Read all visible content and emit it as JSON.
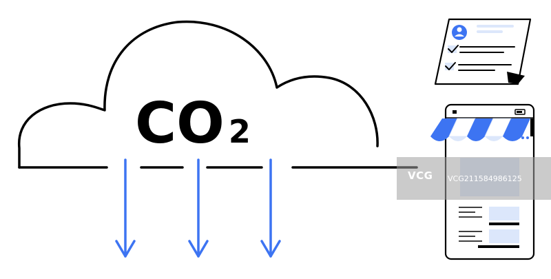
{
  "cloud": {
    "formula_main": "CO",
    "formula_subscript": "2"
  },
  "colors": {
    "stroke": "#000000",
    "accent": "#3d74f2",
    "accent_light": "#dce7fb",
    "background": "#ffffff"
  },
  "icons": {
    "document": "profile-document-icon",
    "phone": "phone-storefront-icon",
    "arrow": "arrow-down-icon"
  },
  "watermark": {
    "logo": "VCG",
    "id": "VCG211584986125"
  }
}
